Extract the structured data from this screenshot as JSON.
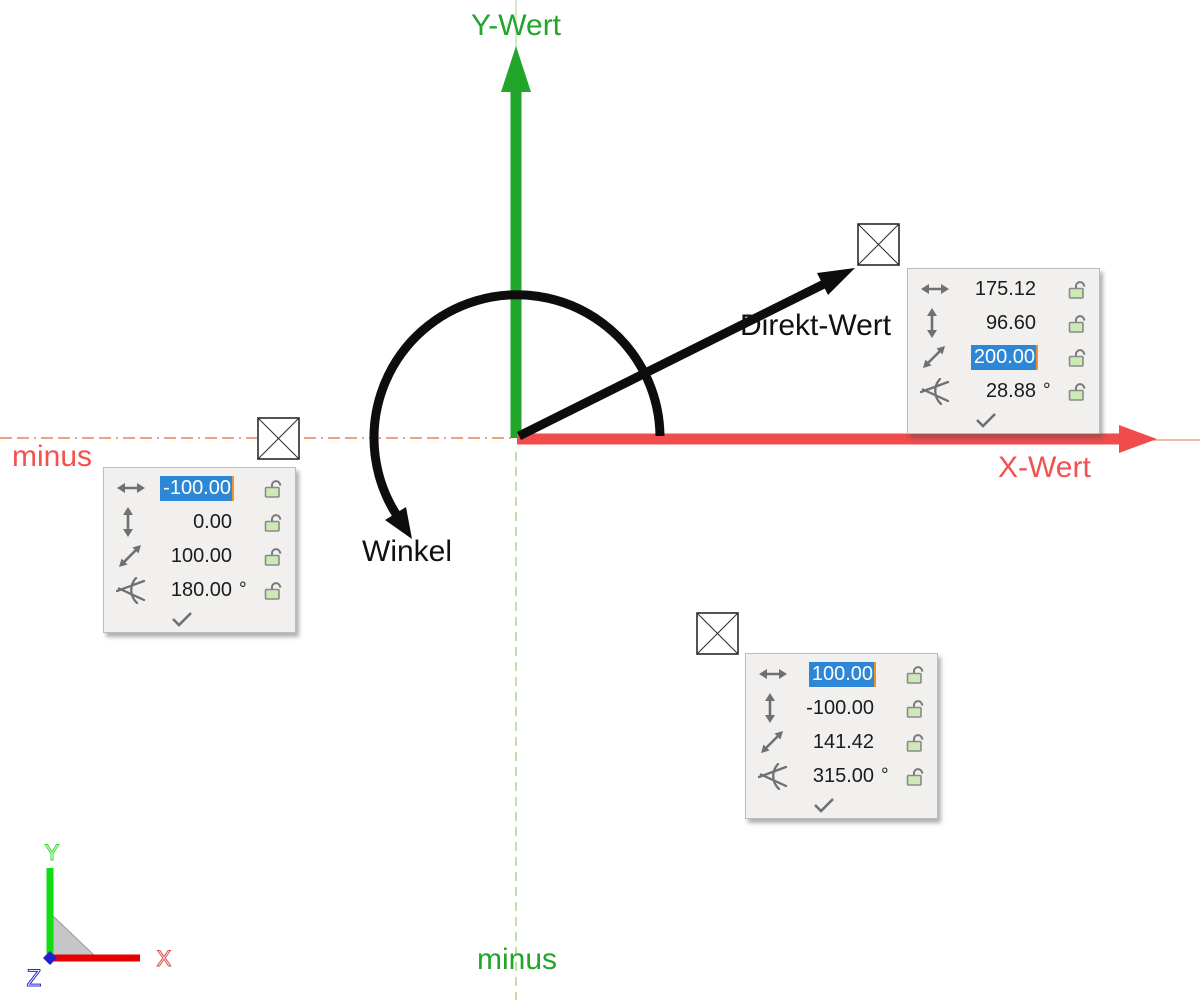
{
  "labels": {
    "y_axis": "Y-Wert",
    "x_axis": "X-Wert",
    "minus_x": "minus",
    "minus_y": "minus",
    "angle": "Winkel",
    "direct": "Direkt-Wert"
  },
  "ucs": {
    "x_label": "X",
    "y_label": "Y",
    "z_label": "Z"
  },
  "colors": {
    "x_axis_red": "#f14b4b",
    "y_axis_green": "#21a52b",
    "axis_extension_tan": "#eda47e",
    "axis_extension_green": "#a8d48d",
    "selection_blue": "#2d87d6",
    "caret_orange": "#e8952e",
    "panel_background": "#f1f0ee",
    "lock_body_green": "#cde9b5",
    "icon_gray": "#707070",
    "arrow_black": "#0d0d0d",
    "ucs_green": "#2edd2e",
    "ucs_red": "#e04b4b",
    "ucs_blue": "#2b2bd5"
  },
  "panels": {
    "direct": {
      "rows": [
        {
          "icon": "horizontal-distance-icon",
          "value": "175.12",
          "unit": "",
          "selected": false,
          "locked": false
        },
        {
          "icon": "vertical-distance-icon",
          "value": "96.60",
          "unit": "",
          "selected": false,
          "locked": false
        },
        {
          "icon": "distance-icon",
          "value": "200.00",
          "unit": "",
          "selected": true,
          "locked": false
        },
        {
          "icon": "angle-icon",
          "value": "28.88",
          "unit": "°",
          "selected": false,
          "locked": false
        }
      ]
    },
    "minus_x": {
      "rows": [
        {
          "icon": "horizontal-distance-icon",
          "value": "-100.00",
          "unit": "",
          "selected": true,
          "locked": false
        },
        {
          "icon": "vertical-distance-icon",
          "value": "0.00",
          "unit": "",
          "selected": false,
          "locked": false
        },
        {
          "icon": "distance-icon",
          "value": "100.00",
          "unit": "",
          "selected": false,
          "locked": false
        },
        {
          "icon": "angle-icon",
          "value": "180.00",
          "unit": "°",
          "selected": false,
          "locked": false
        }
      ]
    },
    "quadrant4": {
      "rows": [
        {
          "icon": "horizontal-distance-icon",
          "value": "100.00",
          "unit": "",
          "selected": true,
          "locked": false
        },
        {
          "icon": "vertical-distance-icon",
          "value": "-100.00",
          "unit": "",
          "selected": false,
          "locked": false
        },
        {
          "icon": "distance-icon",
          "value": "141.42",
          "unit": "",
          "selected": false,
          "locked": false
        },
        {
          "icon": "angle-icon",
          "value": "315.00",
          "unit": "°",
          "selected": false,
          "locked": false
        }
      ]
    }
  }
}
